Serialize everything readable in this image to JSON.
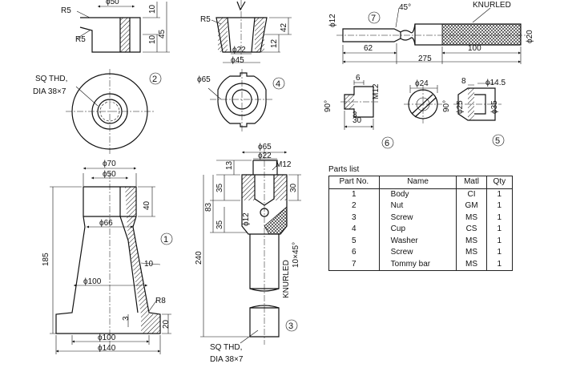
{
  "views": {
    "part1_top": {
      "dims": [
        "R5",
        "ϕ50",
        "10",
        "10",
        "45",
        "R5"
      ]
    },
    "part2": {
      "note_line1": "SQ THD,",
      "note_line2": "DIA 38×7",
      "tag": "2"
    },
    "part4_front": {
      "dims": [
        "R5",
        "42",
        "12",
        "ϕ22",
        "ϕ45"
      ]
    },
    "part4_top": {
      "dims": [
        "ϕ65"
      ],
      "tag": "4"
    },
    "part7": {
      "tag": "7",
      "dims": [
        "ϕ12",
        "45°",
        "62",
        "275",
        "100",
        "ϕ20"
      ],
      "knurl_label": "KNURLED"
    },
    "part6": {
      "dims": [
        "90°",
        "6",
        "M12",
        "3",
        "30",
        "ϕ24"
      ],
      "tag": "6"
    },
    "part5": {
      "dims": [
        "8",
        "ϕ14.5",
        "90°",
        "ϕ25",
        "ϕ35"
      ],
      "tag": "5"
    },
    "part1": {
      "dims": [
        "ϕ70",
        "ϕ50",
        "40",
        "ϕ66",
        "185",
        "10",
        "ϕ100",
        "R8",
        "3",
        "20",
        "ϕ100",
        "ϕ140"
      ],
      "tag": "1"
    },
    "part3": {
      "dims": [
        "ϕ65",
        "ϕ22",
        "M12",
        "13",
        "35",
        "30",
        "83",
        "35",
        "ϕ12",
        "240",
        "10×45°"
      ],
      "knurl_label": "KNURLED",
      "note_line1": "SQ THD,",
      "note_line2": "DIA 38×7",
      "tag": "3"
    }
  },
  "parts_list": {
    "caption": "Parts list",
    "headers": [
      "Part No.",
      "Name",
      "Matl",
      "Qty"
    ],
    "rows": [
      [
        "1",
        "Body",
        "CI",
        "1"
      ],
      [
        "2",
        "Nut",
        "GM",
        "1"
      ],
      [
        "3",
        "Screw",
        "MS",
        "1"
      ],
      [
        "4",
        "Cup",
        "CS",
        "1"
      ],
      [
        "5",
        "Washer",
        "MS",
        "1"
      ],
      [
        "6",
        "Screw",
        "MS",
        "1"
      ],
      [
        "7",
        "Tommy bar",
        "MS",
        "1"
      ]
    ]
  }
}
